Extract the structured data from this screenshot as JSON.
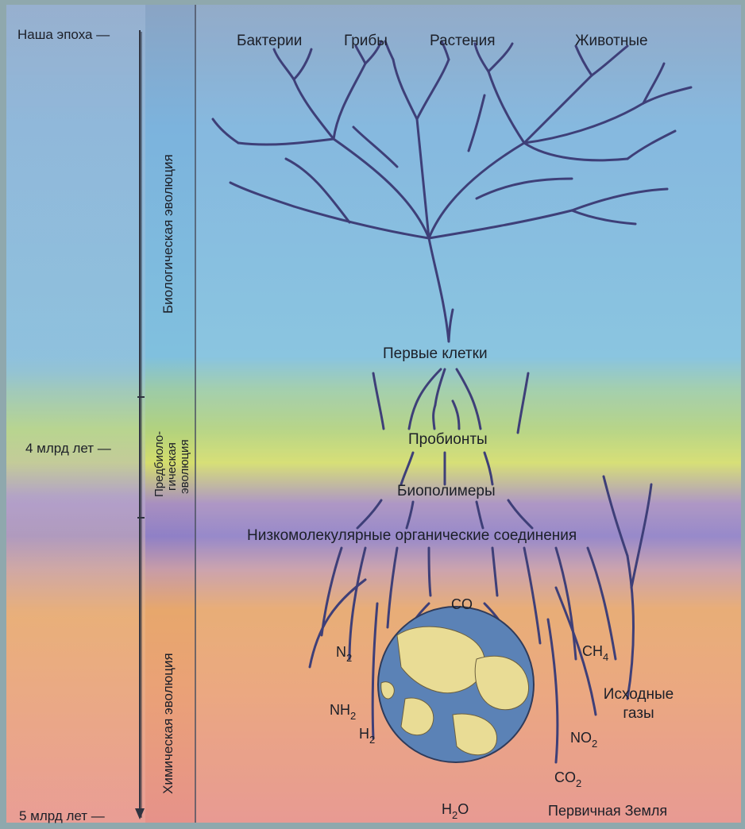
{
  "timeline": {
    "now": "Наша эпоха —",
    "four_billion": "4 млрд лет —",
    "five_billion": "5 млрд лет —"
  },
  "eras": {
    "biological": "Биологическая эволюция",
    "prebiological_1": "Предбиоло-",
    "prebiological_2": "гическая",
    "prebiological_3": "эволюция",
    "chemical": "Химическая эволюция"
  },
  "kingdoms": {
    "bacteria": "Бактерии",
    "fungi": "Грибы",
    "plants": "Растения",
    "animals": "Животные"
  },
  "stages": {
    "first_cells": "Первые клетки",
    "probionts": "Пробионты",
    "biopolymers": "Биополимеры",
    "low_molecular": "Низкомолекулярные органические соединения"
  },
  "gases": {
    "co": "CO",
    "n2": "N",
    "n2_sub": "2",
    "ch4": "CH",
    "ch4_sub": "4",
    "nh2": "NH",
    "nh2_sub": "2",
    "h2": "H",
    "h2_sub": "2",
    "no2": "NO",
    "no2_sub": "2",
    "co2": "CO",
    "co2_sub": "2",
    "h2o_h": "H",
    "h2o_sub": "2",
    "h2o_o": "O",
    "initial_gases_1": "Исходные",
    "initial_gases_2": "газы",
    "primary_earth": "Первичная Земля"
  },
  "colors": {
    "blue_band": "#7ab8e2",
    "green_band": "#a9d08e",
    "yellow_band": "#d9e06a",
    "purple_band": "#8e84c8",
    "orange_band": "#e6a86a",
    "pink_band": "#e89a92",
    "tree": "#3e3f78",
    "earth_land": "#e9dc95",
    "earth_sea": "#5b82b6"
  }
}
